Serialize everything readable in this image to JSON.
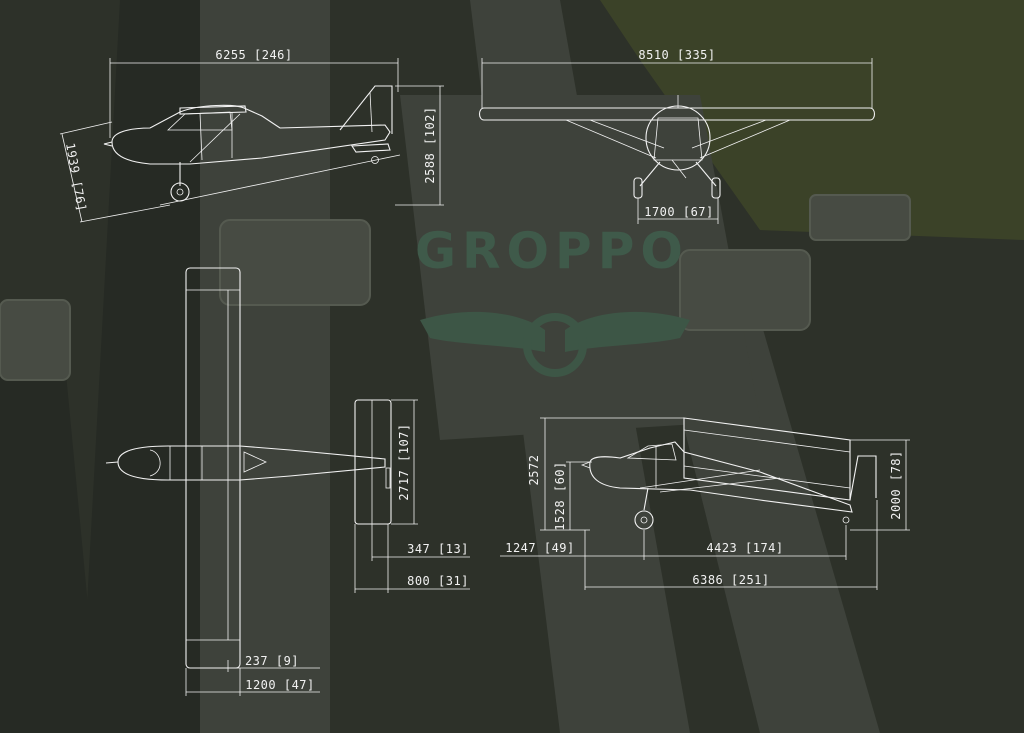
{
  "brand": {
    "logo_text": "GROPPO"
  },
  "dimensions": {
    "side_length": "6255 [246]",
    "side_height": "2588 [102]",
    "side_ground_angle": "1939 [76]",
    "span": "8510 [335]",
    "track": "1700 [67]",
    "tail_span": "2717 [107]",
    "tail_chord_a": "347 [13]",
    "tail_chord_b": "800 [31]",
    "wing_tip": "237 [9]",
    "wing_chord": "1200 [47]",
    "folded_height": "2572",
    "folded_cabin": "1528 [60]",
    "folded_tail_height": "2000 [78]",
    "folded_nose": "1247 [49]",
    "folded_wheelbase": "4423 [174]",
    "folded_length": "6386 [251]"
  },
  "colors": {
    "line": "#f2f2f2",
    "background": "#2c302a"
  }
}
